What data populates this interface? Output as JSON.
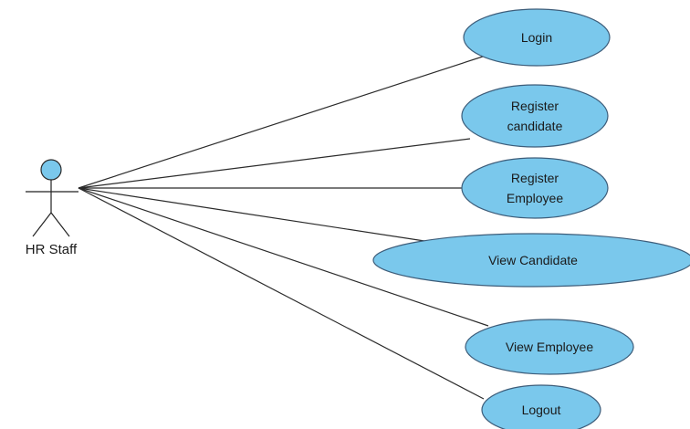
{
  "actor": {
    "name": "HR Staff"
  },
  "use_cases": [
    {
      "id": "login",
      "label": [
        "Login"
      ]
    },
    {
      "id": "register-candidate",
      "label": [
        "Register",
        "candidate"
      ]
    },
    {
      "id": "register-employee",
      "label": [
        "Register",
        "Employee"
      ]
    },
    {
      "id": "view-candidate",
      "label": [
        "View Candidate"
      ]
    },
    {
      "id": "view-employee",
      "label": [
        "View Employee"
      ]
    },
    {
      "id": "logout",
      "label": [
        "Logout"
      ]
    }
  ],
  "colors": {
    "use_case_fill": "#7ac8ec",
    "use_case_stroke": "#3d5d7a",
    "line": "#2b2b2b"
  }
}
